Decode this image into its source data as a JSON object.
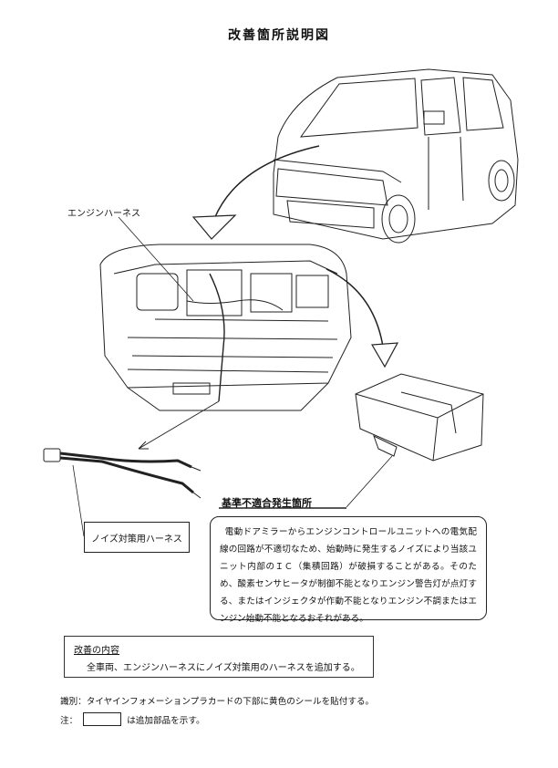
{
  "title": "改善箇所説明図",
  "labels": {
    "engine_harness": "エンジンハーネス",
    "noise_harness": "ノイズ対策用ハーネス",
    "defect_heading": "基準不適合発生箇所"
  },
  "defect_text": "電動ドアミラーからエンジンコントロールユニットへの電気配線の回路が不適切なため、始動時に発生するノイズにより当該ユニット内部のＩＣ（集積回路）が破損することがある。そのため、酸素センサヒータが制御不能となりエンジン警告灯が点灯する、またはインジェクタが作動不能となりエンジン不調またはエンジン始動不能となるおそれがある。",
  "improvement": {
    "title": "改善の内容",
    "body": "全車両、エンジンハーネスにノイズ対策用のハーネスを追加する。"
  },
  "identification": "識別：タイヤインフォメーションプラカードの下部に黄色のシールを貼付する。",
  "note": {
    "prefix": "注：",
    "suffix": "は追加部品を示す。"
  }
}
